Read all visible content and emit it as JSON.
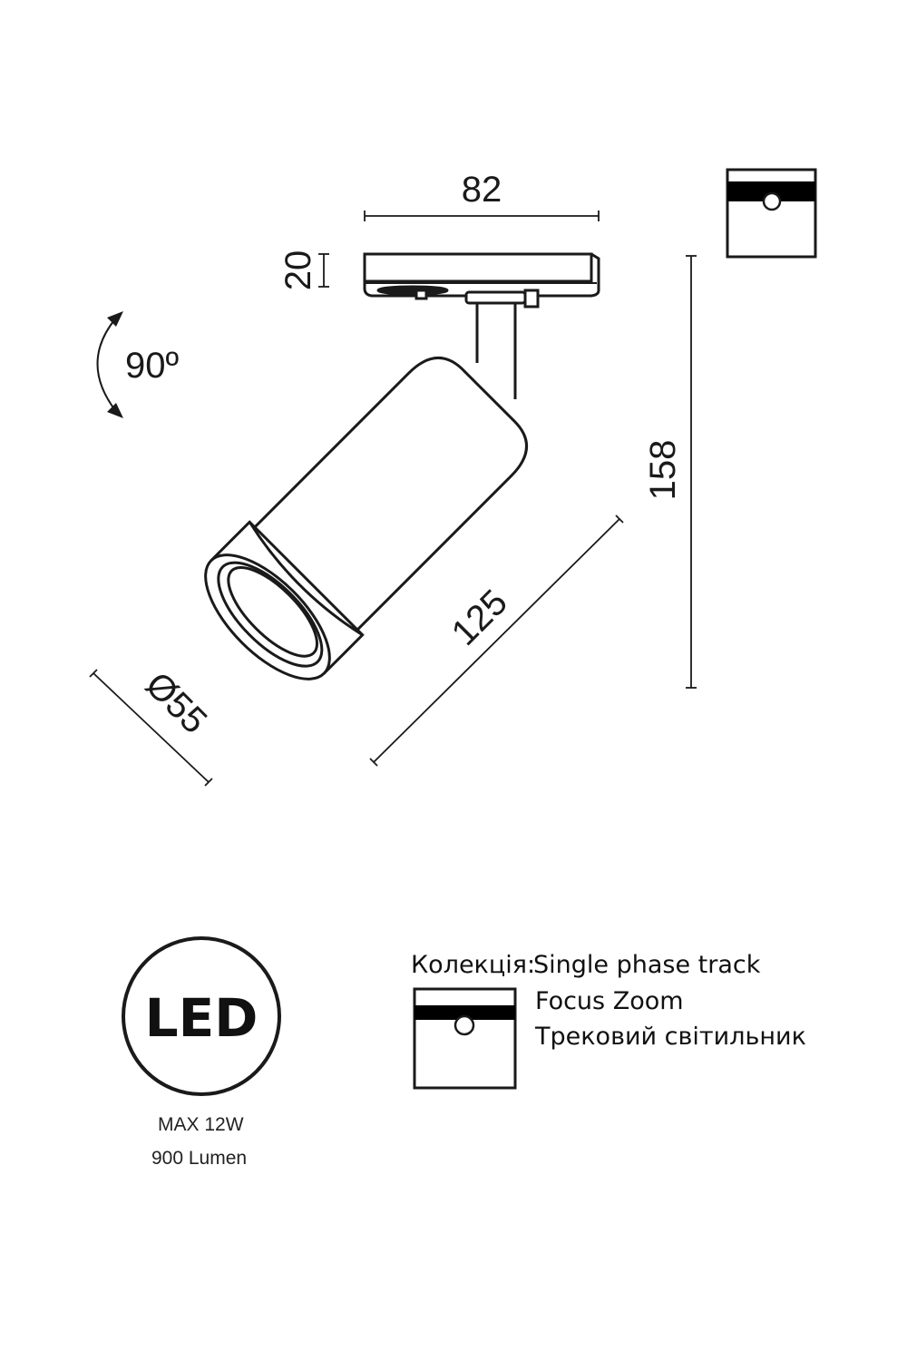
{
  "dimensions": {
    "track_width": "82",
    "track_height": "20",
    "rotation": "90º",
    "total_height": "158",
    "body_length": "125",
    "diameter": "Ø55"
  },
  "badge": {
    "label": "LED",
    "power": "MAX 12W",
    "lumen": "900 Lumen"
  },
  "info": {
    "collection_label": "Колекція:",
    "collection_value": "Single phase track",
    "series": "Focus Zoom",
    "type": "Трековий світильник"
  },
  "icons": [
    "single-phase-track-icon",
    "rotation-arrow-icon"
  ]
}
